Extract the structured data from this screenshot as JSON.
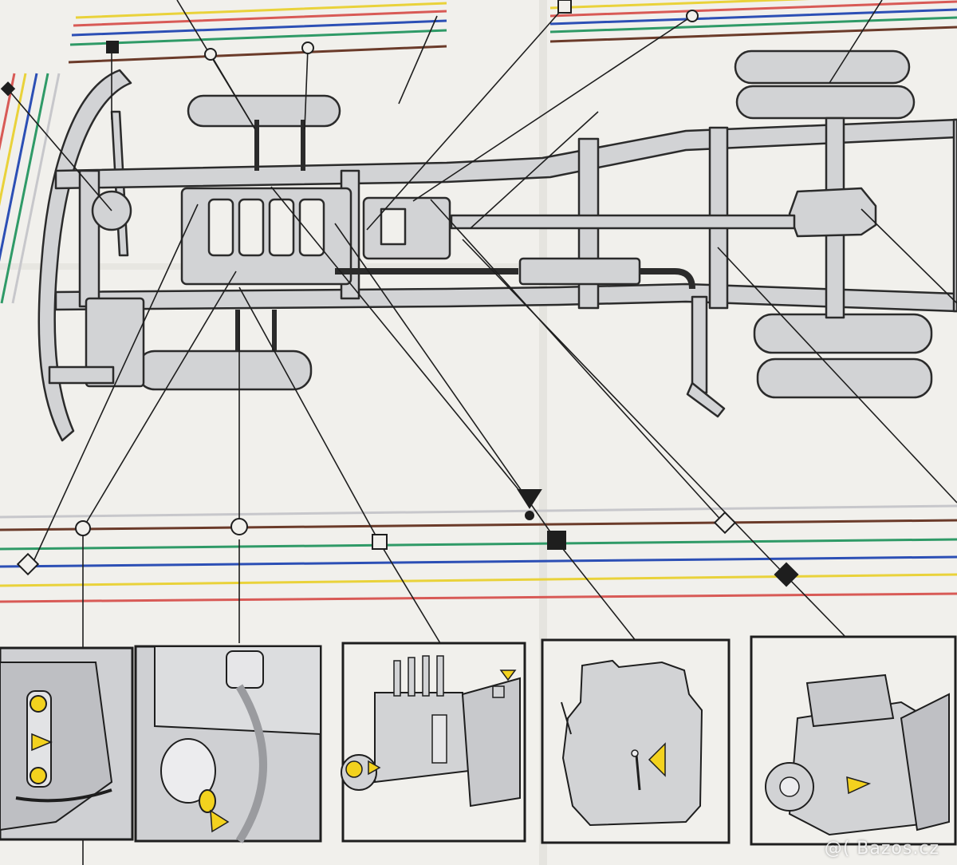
{
  "diagram": {
    "kind": "truck chassis lubrication chart",
    "palette": {
      "paper": "#f1f0ec",
      "part_fill": "#d2d3d5",
      "outline": "#2b2b2b",
      "highlight": "#f3d21e",
      "stripe_grey": "#c7c7cb",
      "stripe_brown": "#6b3b2a",
      "stripe_green": "#2f9a67",
      "stripe_blue": "#2c4fb5",
      "stripe_yellow": "#e9d23a",
      "stripe_red": "#d85a56"
    },
    "marker_shapes": [
      "circle",
      "square",
      "filled-square",
      "diamond",
      "filled-diamond",
      "filled-triangle"
    ],
    "detail_panels": [
      {
        "id": "spring-shackle",
        "icon": "grease-nipple-icon"
      },
      {
        "id": "steering-knuckle",
        "icon": "grease-nipple-icon"
      },
      {
        "id": "injection-pump",
        "icon": "oil-level-icon"
      },
      {
        "id": "engine-block",
        "icon": "dipstick-icon"
      },
      {
        "id": "gearbox",
        "icon": "oil-filler-icon"
      }
    ]
  },
  "watermark": "@( Bazos.cz"
}
